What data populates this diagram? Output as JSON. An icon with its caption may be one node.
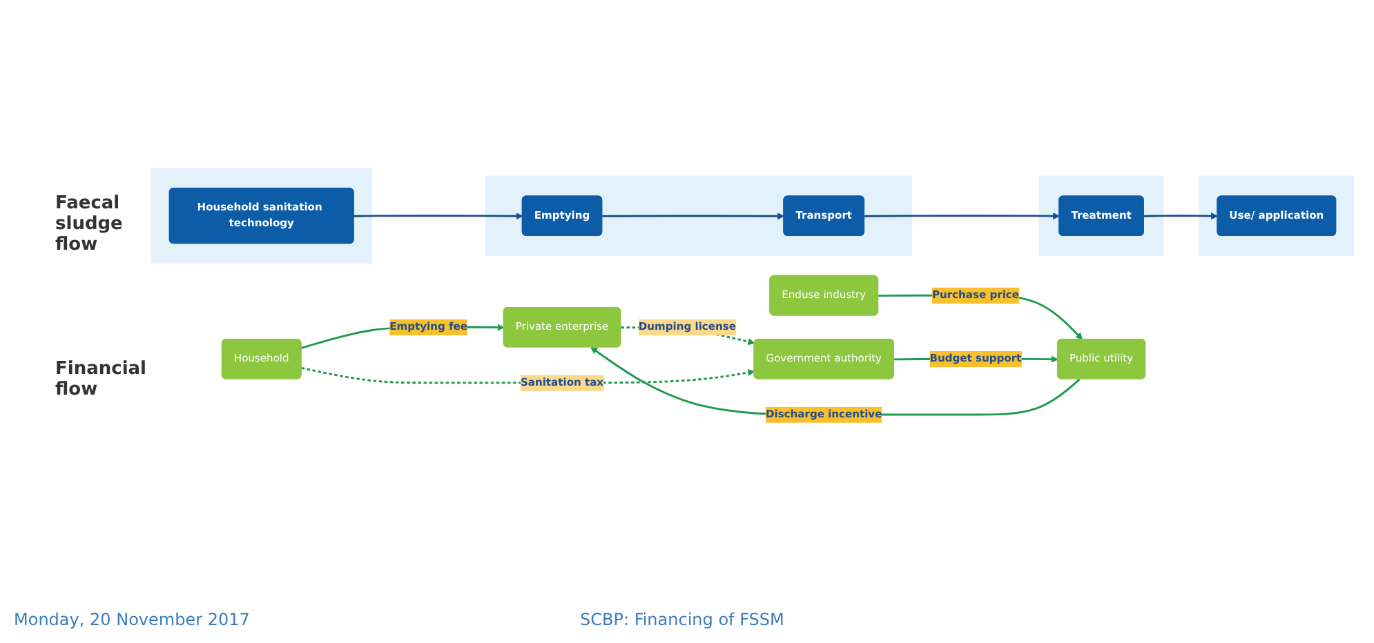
{
  "diagram": {
    "nodes": [
      {
        "text": [],
        "shape": "box"
      },
      {
        "text": [
          "Household sanitation technology"
        ],
        "in": 0
      },
      {
        "text": [],
        "shape": "box"
      },
      {
        "text": [
          "Emptying"
        ],
        "in": 2
      },
      {
        "text": [
          "Transport"
        ],
        "in": 2
      },
      {
        "text": [],
        "shape": "box"
      },
      {
        "text": [
          "Treatment"
        ],
        "in": 5
      },
      {
        "text": [],
        "shape": "box"
      },
      {
        "text": [
          "Use/ application"
        ],
        "in": 7
      },
      {
        "text": [
          "Household"
        ]
      },
      {
        "text": [
          "Private enterprise"
        ]
      },
      {
        "text": [
          "Public utility"
        ]
      },
      {
        "text": [
          "Enduse industry"
        ]
      },
      {
        "text": [
          "Government authority"
        ]
      }
    ],
    "edges": [
      {
        "from": 1,
        "to": 3,
        "arrow": "to",
        "color": "#1a4f8f"
      },
      {
        "from": 3,
        "to": 4,
        "arrow": "to",
        "color": "#1a4f8f"
      },
      {
        "from": 4,
        "to": 6,
        "arrow": "to",
        "color": "#1a4f8f"
      },
      {
        "from": 6,
        "to": 8,
        "arrow": "to",
        "color": "#1a4f8f"
      },
      {
        "from": 9,
        "to": 10,
        "arrow": "to",
        "label": "Emptying fee"
      },
      {
        "from": 11,
        "to": 10,
        "arrow": "to",
        "label": "Discharge incentive"
      },
      {
        "from": 12,
        "to": 11,
        "arrow": "to",
        "label": "Purchase price"
      },
      {
        "from": 13,
        "to": 11,
        "arrow": "to",
        "label": "Budget support"
      },
      {
        "from": 10,
        "to": 13,
        "arrow": "to",
        "style": "dashed",
        "label": "Dumping license"
      },
      {
        "from": 9,
        "to": 13,
        "arrow": "to",
        "style": "dashed",
        "label": "Sanitation tax"
      }
    ],
    "labels": [
      "Faecal sludge flow",
      "Financial flow",
      "Monday, 20 November 2017",
      "SCBP: Financing of FSSM"
    ]
  }
}
